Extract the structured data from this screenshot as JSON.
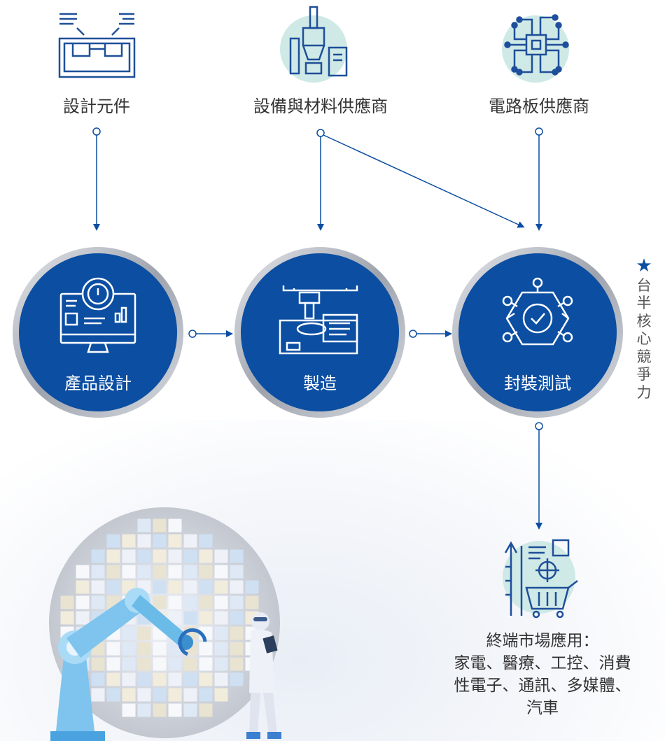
{
  "suppliers": [
    {
      "label": "設計元件",
      "icon": "design-components-icon"
    },
    {
      "label": "設備與材料供應商",
      "icon": "equipment-materials-icon"
    },
    {
      "label": "電路板供應商",
      "icon": "circuit-board-icon"
    }
  ],
  "stages": [
    {
      "label": "產品設計",
      "icon": "product-design-icon"
    },
    {
      "label": "製造",
      "icon": "manufacturing-icon"
    },
    {
      "label": "封裝測試",
      "icon": "packaging-test-icon"
    }
  ],
  "side_title": {
    "star": "★",
    "text_chars": [
      "台",
      "半",
      "核",
      "心",
      "競",
      "爭",
      "力"
    ]
  },
  "end_market": {
    "lines": [
      "終端市場應用：",
      "家電、醫療、工控、消費",
      "性電子、通訊、多媒體、",
      "汽車"
    ],
    "icon": "market-growth-cart-icon"
  },
  "colors": {
    "primary_blue": "#0b4ea2",
    "circle_ring": "#b9bcc4",
    "icon_bg": "#cfe9e6",
    "icon_stroke": "#1f4f9a"
  }
}
